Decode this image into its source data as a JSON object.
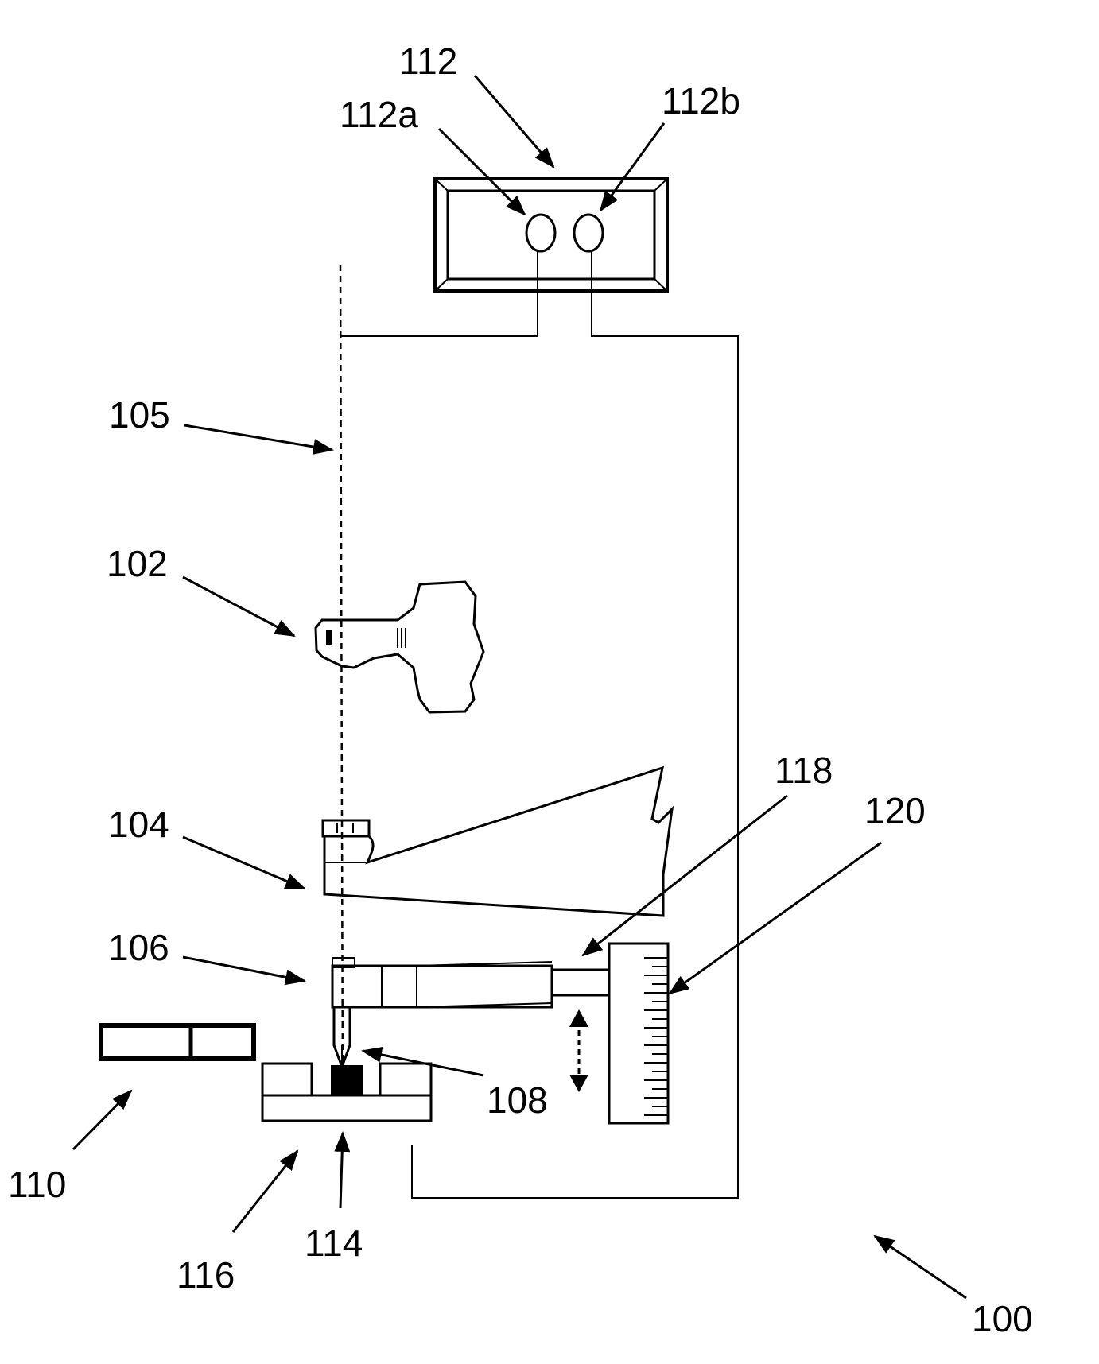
{
  "figure": {
    "labels": {
      "ref_112": "112",
      "ref_112a": "112a",
      "ref_112b": "112b",
      "ref_105": "105",
      "ref_102": "102",
      "ref_104": "104",
      "ref_118": "118",
      "ref_120": "120",
      "ref_106": "106",
      "ref_108": "108",
      "ref_110": "110",
      "ref_116": "116",
      "ref_114": "114",
      "ref_100": "100"
    }
  }
}
